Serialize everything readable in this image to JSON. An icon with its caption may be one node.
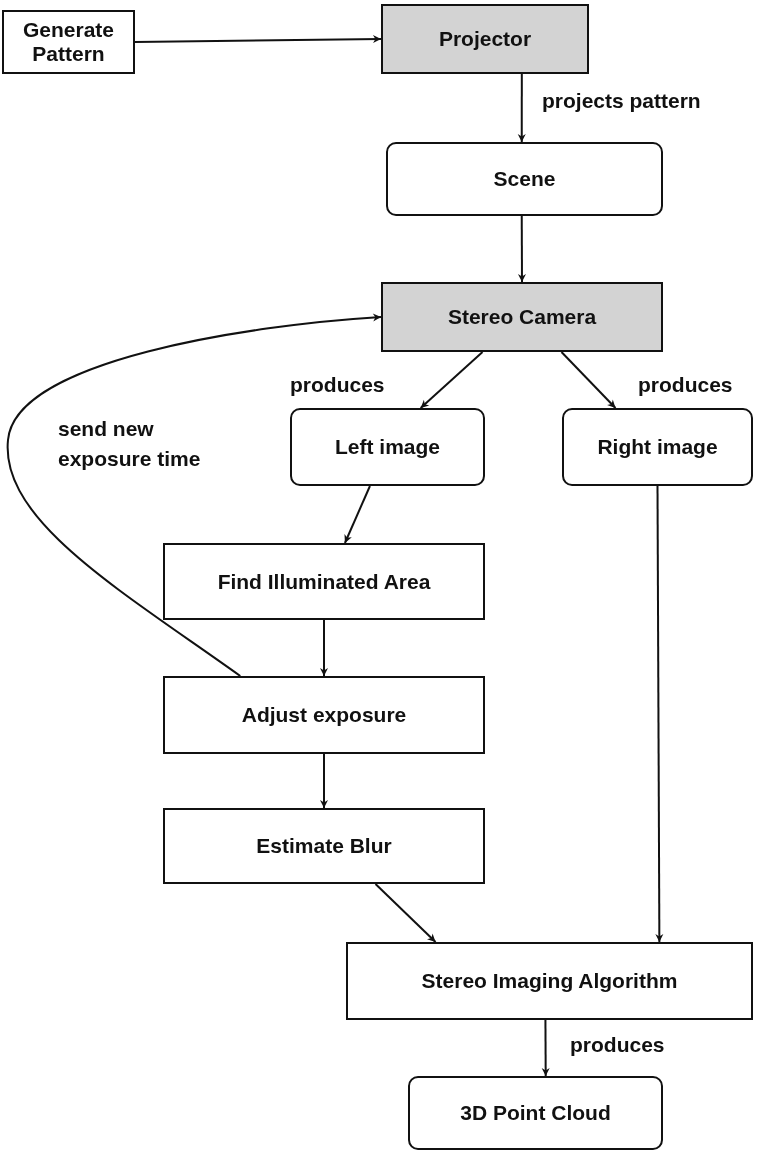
{
  "diagram": {
    "nodes": [
      {
        "text": [
          "Generate Pattern"
        ]
      },
      {
        "text": [
          "Projector"
        ]
      },
      {
        "text": [
          "Scene"
        ]
      },
      {
        "text": [
          "Stereo Camera"
        ]
      },
      {
        "text": [
          "Left image"
        ]
      },
      {
        "text": [
          "Right image"
        ]
      },
      {
        "text": [
          "Find Illuminated Area"
        ]
      },
      {
        "text": [
          "Adjust exposure"
        ]
      },
      {
        "text": [
          "Estimate Blur"
        ]
      },
      {
        "text": [
          "Stereo Imaging Algorithm"
        ]
      },
      {
        "text": [
          "3D Point Cloud"
        ]
      }
    ],
    "edges": [
      {
        "from": 0,
        "to": 1,
        "arrow": "to"
      },
      {
        "from": 1,
        "to": 2,
        "arrow": "to",
        "label": "projects pattern"
      },
      {
        "from": 2,
        "to": 3,
        "arrow": "to"
      },
      {
        "from": 3,
        "to": 4,
        "arrow": "to",
        "label": "produces"
      },
      {
        "from": 3,
        "to": 5,
        "arrow": "to",
        "label": "produces"
      },
      {
        "from": 4,
        "to": 6,
        "arrow": "to"
      },
      {
        "from": 6,
        "to": 7,
        "arrow": "to"
      },
      {
        "from": 7,
        "to": 3,
        "arrow": "to",
        "label": "send new exposure time"
      },
      {
        "from": 7,
        "to": 8,
        "arrow": "to"
      },
      {
        "from": 8,
        "to": 9,
        "arrow": "to"
      },
      {
        "from": 5,
        "to": 9,
        "arrow": "to"
      },
      {
        "from": 9,
        "to": 10,
        "arrow": "to",
        "label": "produces"
      }
    ]
  }
}
